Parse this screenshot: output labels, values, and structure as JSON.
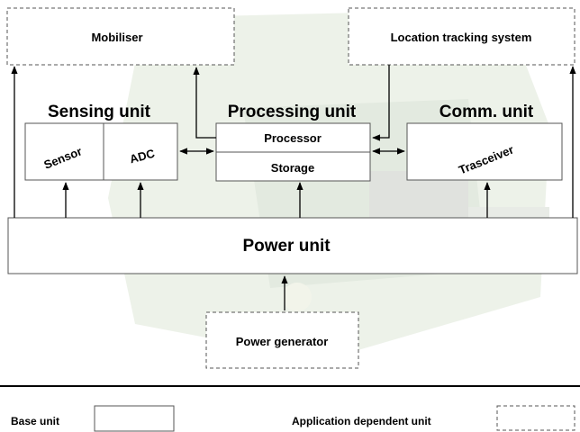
{
  "units": {
    "mobiliser": "Mobiliser",
    "location_tracking": "Location tracking system",
    "sensing_title": "Sensing unit",
    "sensor": "Sensor",
    "adc": "ADC",
    "processing_title": "Processing unit",
    "processor": "Processor",
    "storage": "Storage",
    "comm_title": "Comm. unit",
    "transceiver": "Trasceiver",
    "power_unit": "Power unit",
    "power_generator": "Power generator"
  },
  "legend": {
    "base_unit": "Base unit",
    "application_unit": "Application dependent unit"
  },
  "colors": {
    "line": "#000000",
    "box_fill": "#ffffff",
    "dashed_border": "#555555",
    "background_tint": "#dfe8d8"
  }
}
